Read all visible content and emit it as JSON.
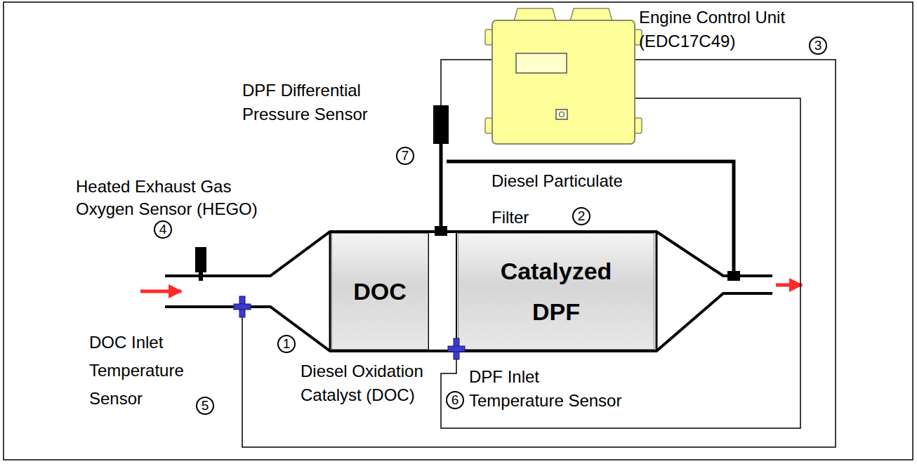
{
  "diagram": {
    "nodes": [
      {
        "text": [
          "Engine Control Unit (EDC17C49)"
        ]
      },
      {
        "text": [
          "DPF Differential Pressure Sensor"
        ]
      },
      {
        "text": [
          "Heated Exhaust Gas Oxygen Sensor (HEGO)"
        ]
      },
      {
        "text": [
          "DOC"
        ]
      },
      {
        "text": [
          "Catalyzed DPF"
        ]
      },
      {
        "text": [
          "DOC Inlet Temperature Sensor"
        ]
      },
      {
        "text": [
          "DPF Inlet Temperature Sensor"
        ]
      }
    ],
    "edges": [
      {
        "from": 1,
        "to": 0,
        "arrow": "none"
      },
      {
        "from": 5,
        "to": 0,
        "arrow": "none"
      },
      {
        "from": 6,
        "to": 0,
        "arrow": "none"
      }
    ],
    "labels": [
      "3",
      "7",
      "Diesel Particulate Filter",
      "2",
      "4",
      "1",
      "Diesel Oxidation Catalyst (DOC)",
      "5",
      "6"
    ]
  }
}
